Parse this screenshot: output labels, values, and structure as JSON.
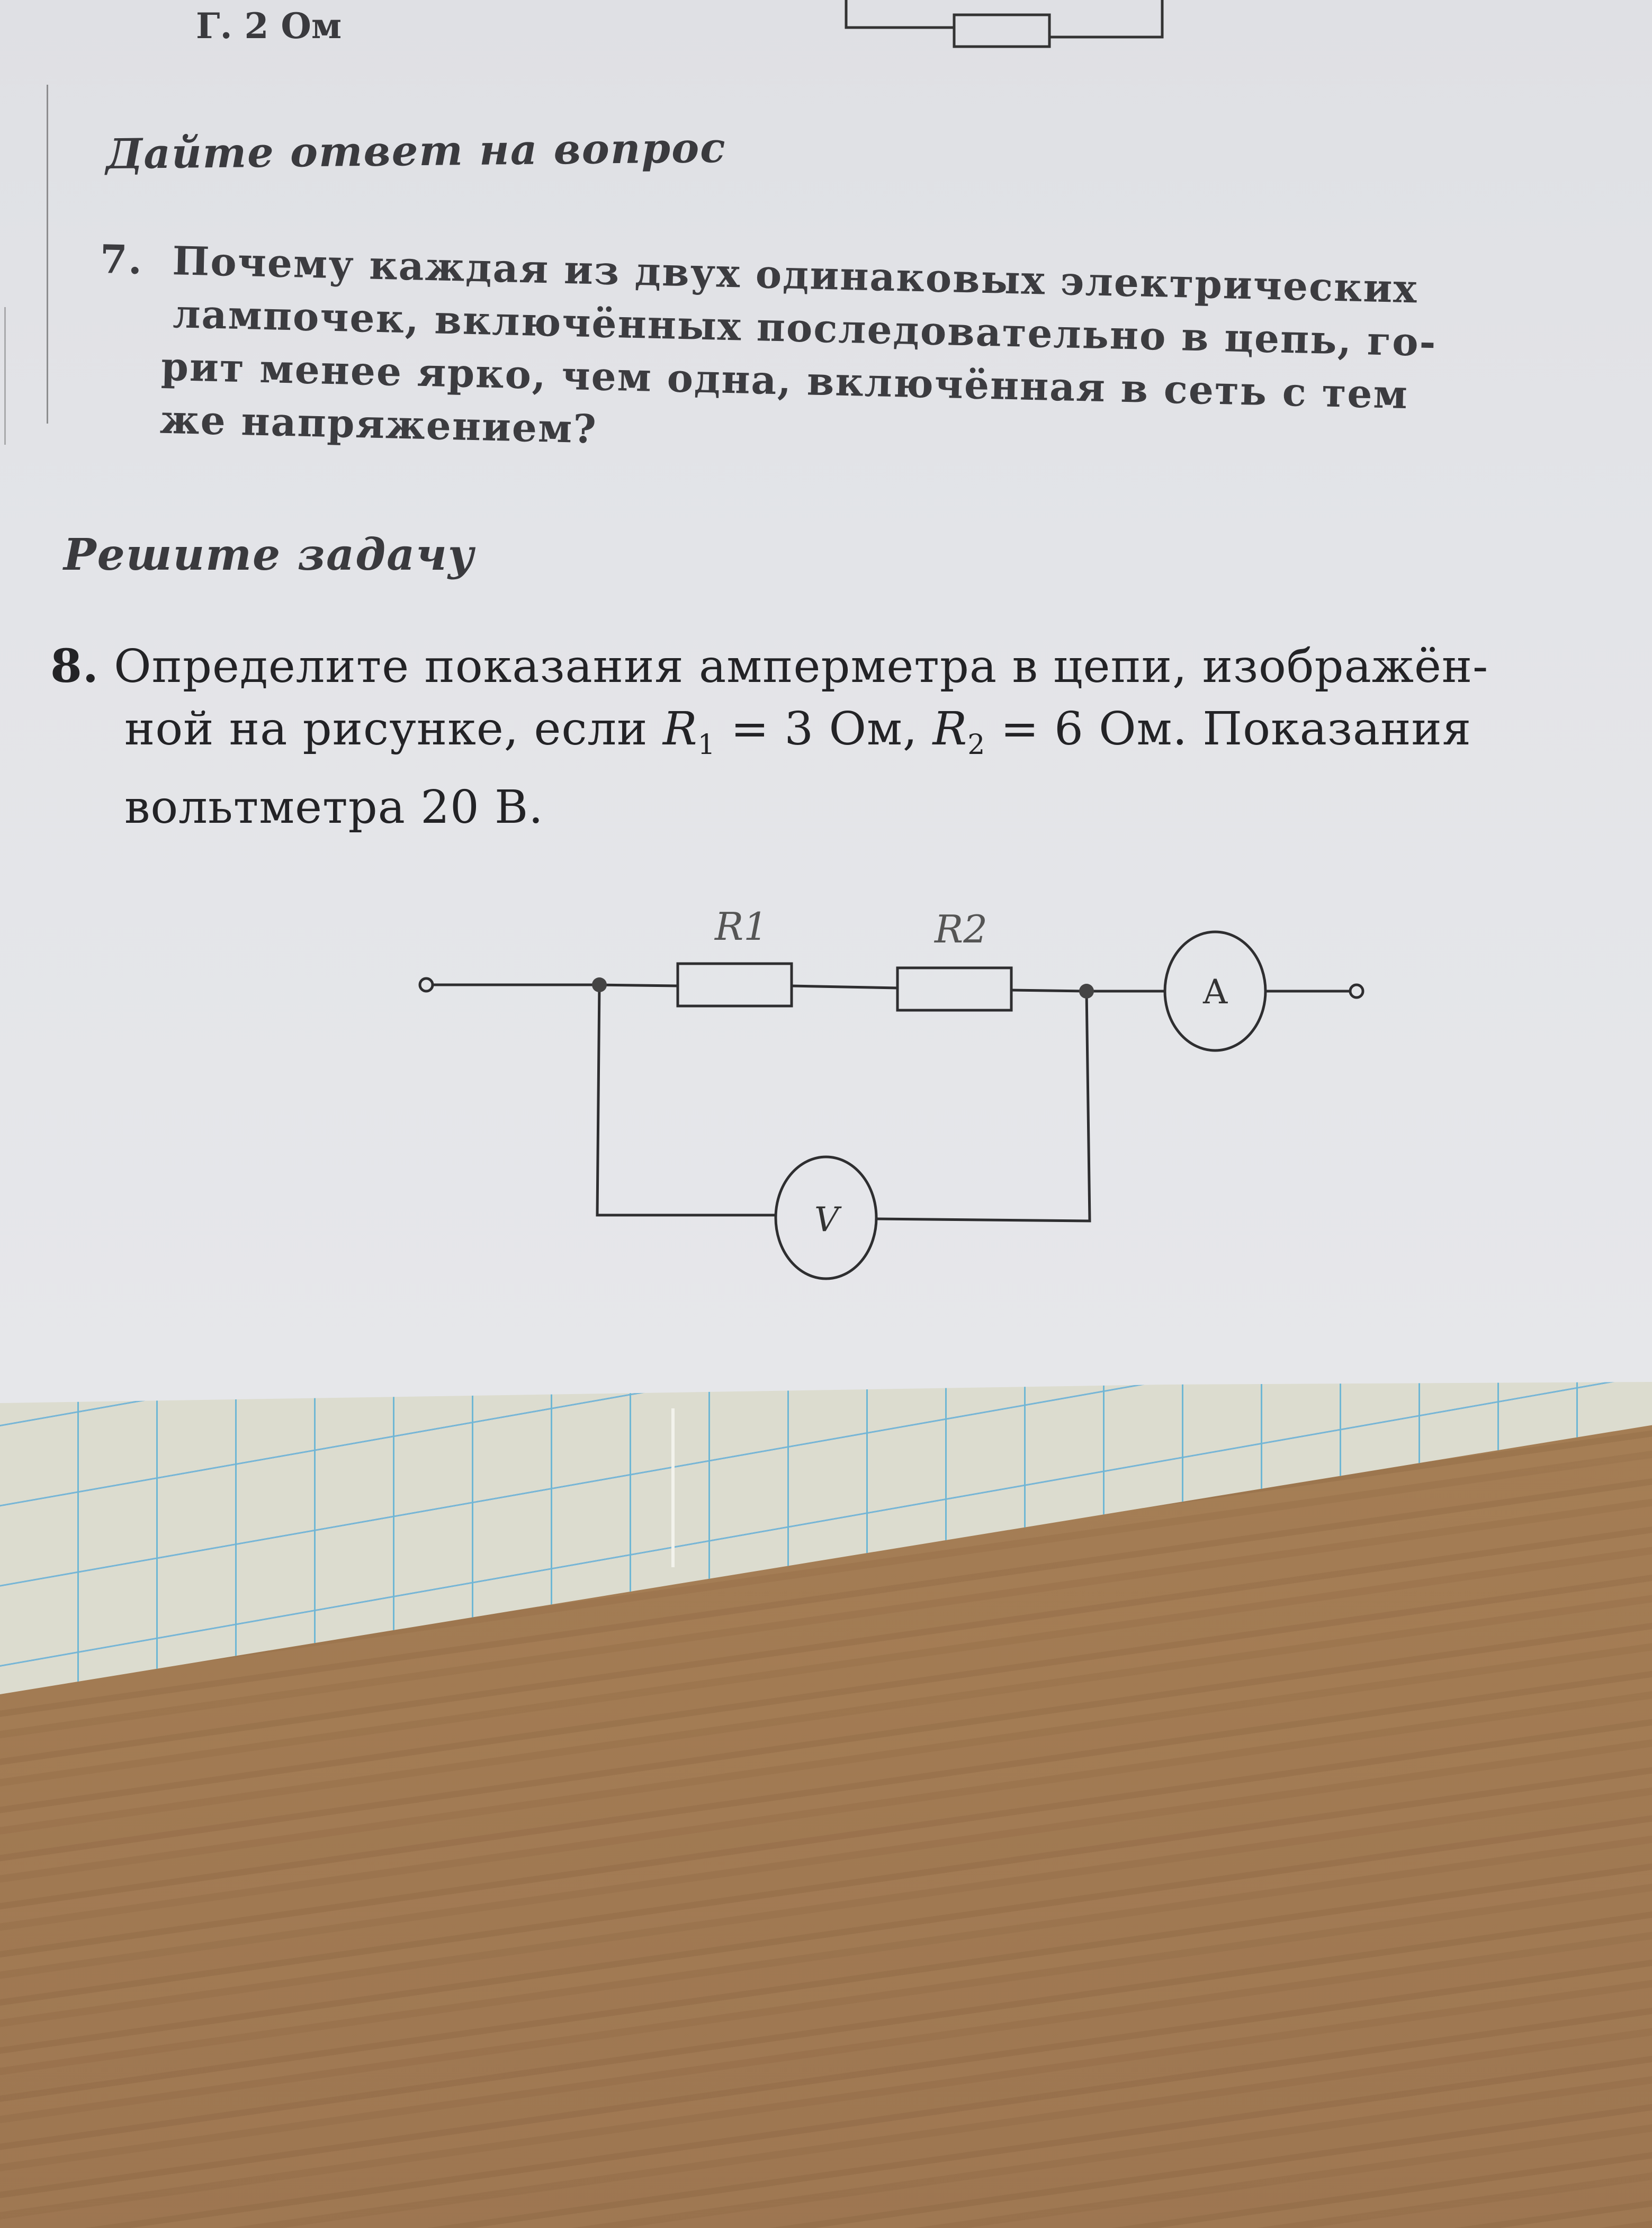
{
  "top_fragment": {
    "option_label": "Г. 2 Ом"
  },
  "section_answer": {
    "heading": "Дайте ответ на вопрос"
  },
  "question7": {
    "number": "7.",
    "lines": [
      "Почему каждая из двух одинаковых электрических",
      "лампочек, включённых последовательно в цепь, го-",
      "рит менее ярко, чем одна, включённая в сеть с тем",
      "же напряжением?"
    ]
  },
  "section_solve": {
    "heading": "Решите задачу"
  },
  "question8": {
    "number": "8.",
    "line1": "Определите показания амперметра в цепи, изображён-",
    "line2_prefix": "ной на рисунке, если ",
    "r1_symbol": "R",
    "r1_sub": "1",
    "r1_value": " = 3 Ом, ",
    "r2_symbol": "R",
    "r2_sub": "2",
    "r2_value": " = 6 Ом. Показания",
    "line3": "вольтметра 20 В."
  },
  "circuit": {
    "resistor1_label": "R1",
    "resistor2_label": "R2",
    "ammeter_label": "A",
    "voltmeter_label": "V"
  }
}
